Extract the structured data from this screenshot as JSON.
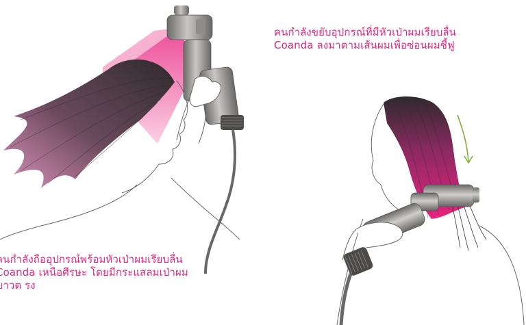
{
  "captions": {
    "right": {
      "line1": "คนกำลังขยับอุปกรณ์ที่มีหัวเป่าผมเรียบลื่น",
      "line2": "Coanda ลงมาตามเส้นผมเพื่อซ่อนผมชี้ฟู"
    },
    "left": {
      "line1": "คนกำลังถืออุปกรณ์พร้อมหัวเป่าผมเรียบลื่น",
      "line2": "Coanda เหนือศีรษะ โดยมีกระแสลมเป่าผม",
      "line3": "ขาวต รง"
    }
  },
  "colors": {
    "accent": "#e0267f",
    "airflow": "#e8217f",
    "hair_dark": "#3a3236",
    "device_metal": "#8c8a88",
    "device_dark": "#5a5856",
    "outline": "#555555",
    "arrow": "#7fae3a"
  }
}
